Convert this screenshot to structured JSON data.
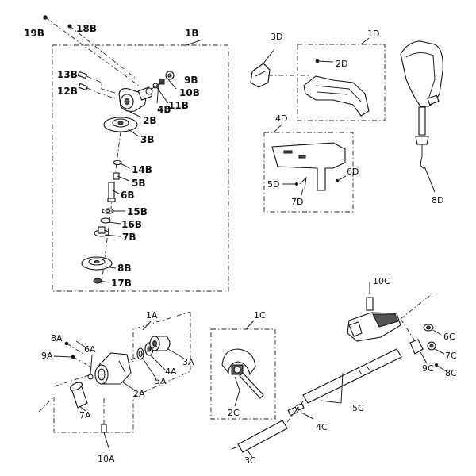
{
  "labels": {
    "l19B": "19B",
    "l18B": "18B",
    "l1B": "1B",
    "l13B": "13B",
    "l12B": "12B",
    "l9B": "9B",
    "l10B": "10B",
    "l11B": "11B",
    "l4B": "4B",
    "l2B": "2B",
    "l3B": "3B",
    "l14B": "14B",
    "l5B": "5B",
    "l6B": "6B",
    "l15B": "15B",
    "l16B": "16B",
    "l7B": "7B",
    "l8B": "8B",
    "l17B": "17B",
    "l3D": "3D",
    "l1D": "1D",
    "l2D": "2D",
    "l4D": "4D",
    "l5D": "5D",
    "l6D": "6D",
    "l7D": "7D",
    "l8D": "8D",
    "l1A": "1A",
    "l8A": "8A",
    "l9A": "9A",
    "l6A": "6A",
    "l2A": "2A",
    "l5A": "5A",
    "l4A": "4A",
    "l3A": "3A",
    "l7A": "7A",
    "l10A": "10A",
    "l1C": "1C",
    "l2C": "2C",
    "l3C": "3C",
    "l4C": "4C",
    "l5C": "5C",
    "l6C": "6C",
    "l7C": "7C",
    "l8C": "8C",
    "l9C": "9C",
    "l10C": "10C"
  }
}
